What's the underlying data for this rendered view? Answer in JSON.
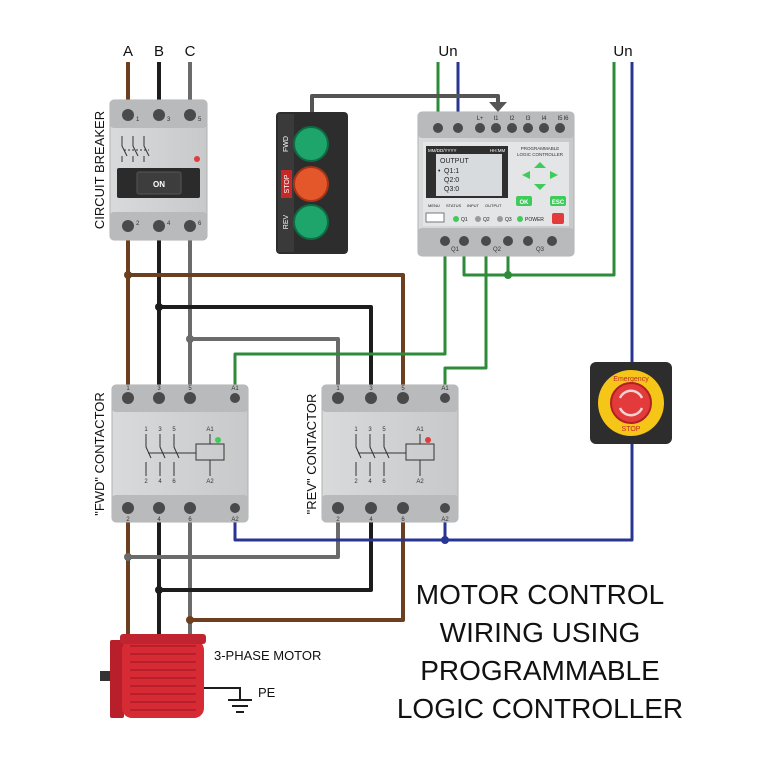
{
  "phases": [
    "A",
    "B",
    "C"
  ],
  "un_left": "Un",
  "un_right": "Un",
  "breaker": {
    "label": "CIRCUIT BREAKER",
    "on_label": "ON",
    "top_terminals": [
      "1",
      "3",
      "5"
    ],
    "bottom_terminals": [
      "2",
      "4",
      "6"
    ]
  },
  "pushbuttons": {
    "fwd": "FWD",
    "stop": "STOP",
    "rev": "REV"
  },
  "plc": {
    "title_line1": "PROGRAMMABLE",
    "title_line2": "LOGIC CONTROLLER",
    "inputs": [
      "L+",
      "I1",
      "I2",
      "I3",
      "I4",
      "I5",
      "I6"
    ],
    "screen_date": "MM/DD/YYYY",
    "screen_time": "HH:MM",
    "screen_output": "OUTPUT",
    "screen_q1": "Q1:1",
    "screen_q2": "Q2:0",
    "screen_q3": "Q3:0",
    "screen_menu": [
      "MENU",
      "STATUS",
      "INPUT",
      "OUTPUT"
    ],
    "ok": "OK",
    "esc": "ESC",
    "leds": [
      "Q1",
      "Q2",
      "Q3"
    ],
    "power": "POWER",
    "outputs": [
      "Q1",
      "Q2",
      "Q3"
    ]
  },
  "estop": {
    "top": "Emergency",
    "bottom": "STOP"
  },
  "fwd_contactor": {
    "label": "\"FWD\" CONTACTOR",
    "top_terminals": [
      "1",
      "3",
      "5",
      "A1"
    ],
    "bottom_terminals": [
      "2",
      "4",
      "6",
      "A2"
    ],
    "poles_top": [
      "1",
      "3",
      "5"
    ],
    "poles_bottom": [
      "2",
      "4",
      "6"
    ],
    "coil_top": "A1",
    "coil_bottom": "A2"
  },
  "rev_contactor": {
    "label": "\"REV\" CONTACTOR",
    "top_terminals": [
      "1",
      "3",
      "5",
      "A1"
    ],
    "bottom_terminals": [
      "2",
      "4",
      "6",
      "A2"
    ],
    "poles_top": [
      "1",
      "3",
      "5"
    ],
    "poles_bottom": [
      "2",
      "4",
      "6"
    ],
    "coil_top": "A1",
    "coil_bottom": "A2"
  },
  "motor_label": "3-PHASE MOTOR",
  "pe_label": "PE",
  "title_lines": [
    "MOTOR CONTROL",
    "WIRING USING",
    "PROGRAMMABLE",
    "LOGIC CONTROLLER"
  ],
  "colors": {
    "brown": "#6b3f1f",
    "black": "#1c1c1c",
    "gray": "#6b6b6b",
    "green": "#2e8b3a",
    "blue": "#283593",
    "motor_red": "#d62a35",
    "led_green": "#3ecb5a",
    "led_red": "#e33b3b"
  }
}
